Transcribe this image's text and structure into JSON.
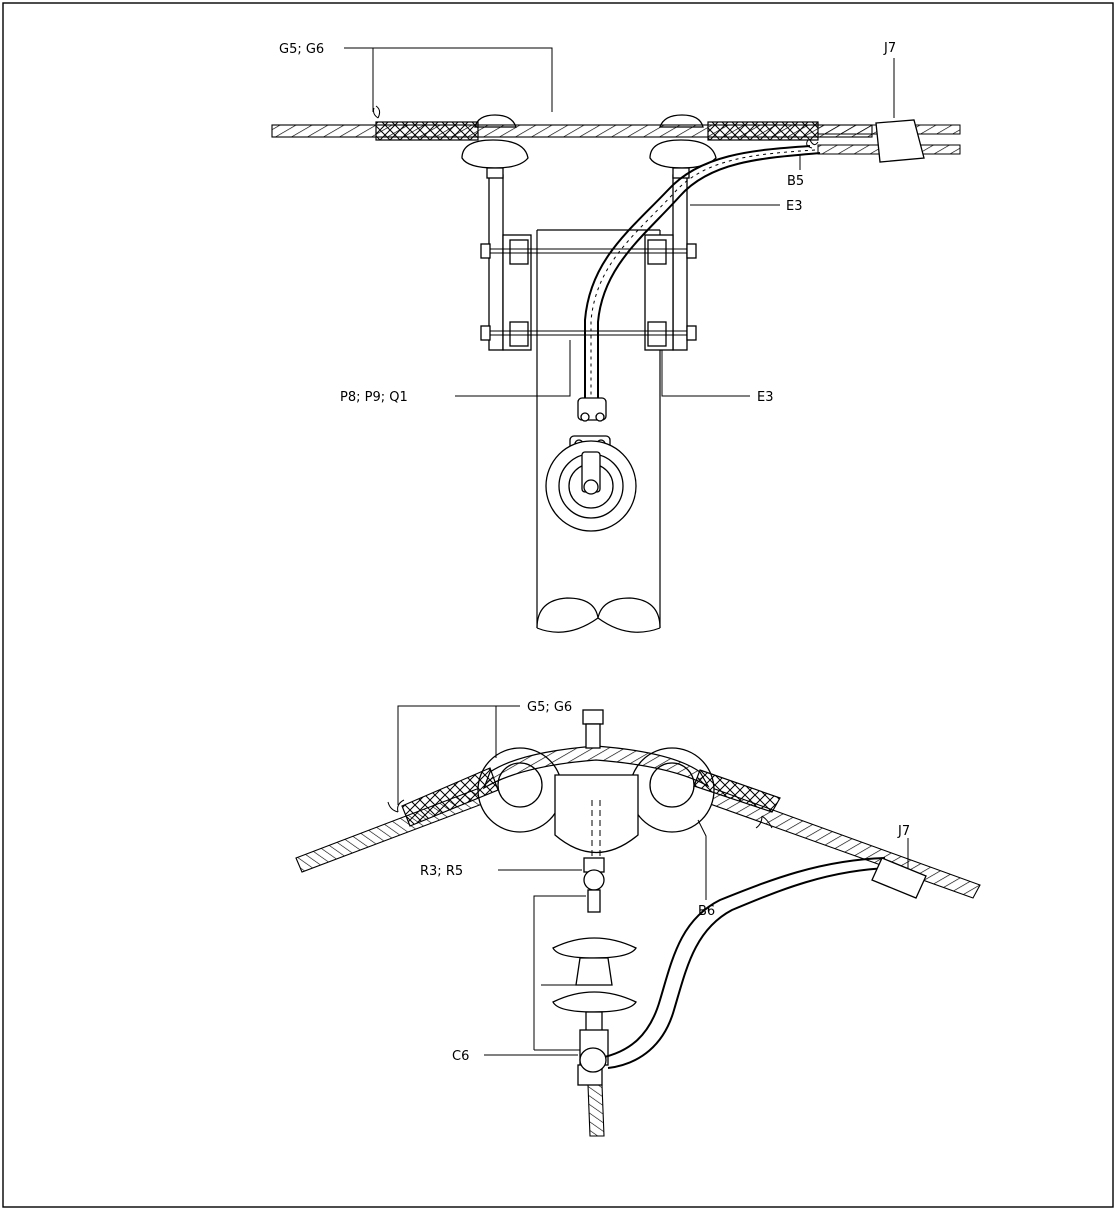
{
  "labels": {
    "top_g5_g6": "G5; G6",
    "top_j7": "J7",
    "top_b5": "B5",
    "top_e3_upper": "E3",
    "top_p8_p9_q1": "P8; P9; Q1",
    "top_e3_lower": "E3",
    "bottom_g5_g6": "G5; G6",
    "bottom_j7": "J7",
    "bottom_r3_r5": "R3; R5",
    "bottom_b6": "B6",
    "bottom_c6": "C6"
  },
  "colors": {
    "line": "#000000",
    "background": "#ffffff"
  }
}
